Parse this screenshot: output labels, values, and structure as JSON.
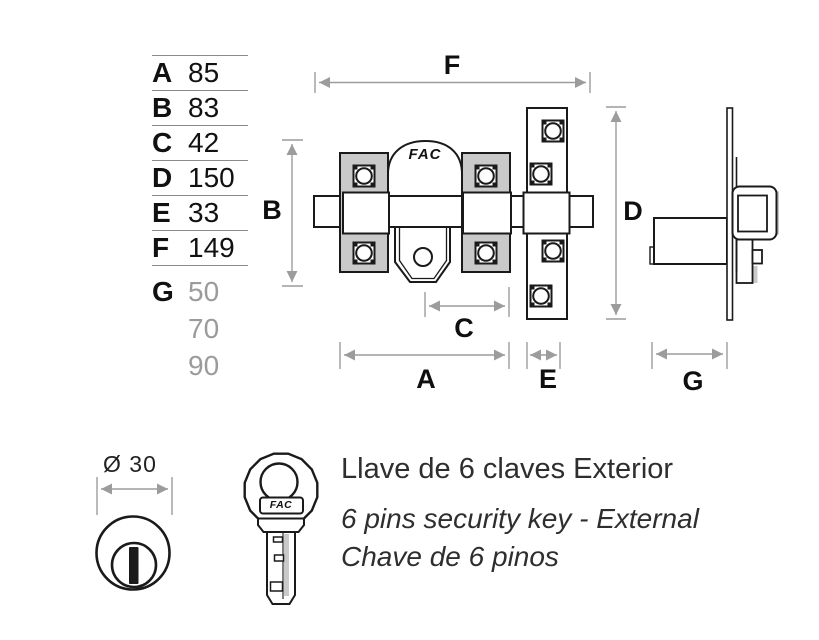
{
  "spec_table": {
    "rows": [
      {
        "label": "A",
        "value": "85"
      },
      {
        "label": "B",
        "value": "83"
      },
      {
        "label": "C",
        "value": "42"
      },
      {
        "label": "D",
        "value": "150"
      },
      {
        "label": "E",
        "value": "33"
      },
      {
        "label": "F",
        "value": "149"
      }
    ],
    "g_row": {
      "label": "G",
      "values": [
        "50",
        "70",
        "90"
      ]
    }
  },
  "diagram": {
    "front_view": {
      "brand": "FAC"
    },
    "dimension_labels": {
      "f": "F",
      "b": "B",
      "d": "D",
      "c": "C",
      "a": "A",
      "e": "E",
      "g": "G"
    },
    "cylinder": {
      "diameter_label": "Ø 30"
    },
    "key": {
      "brand": "FAC"
    }
  },
  "caption": {
    "line1": "Llave de 6 claves Exterior",
    "line2": "6 pins security key - External",
    "line3": "Chave de 6 pinos"
  },
  "colors": {
    "line": "#1a1a1a",
    "dimension": "#9c9c9c",
    "muted_value": "#9b9b9b",
    "shade": "#c9c9c9"
  }
}
